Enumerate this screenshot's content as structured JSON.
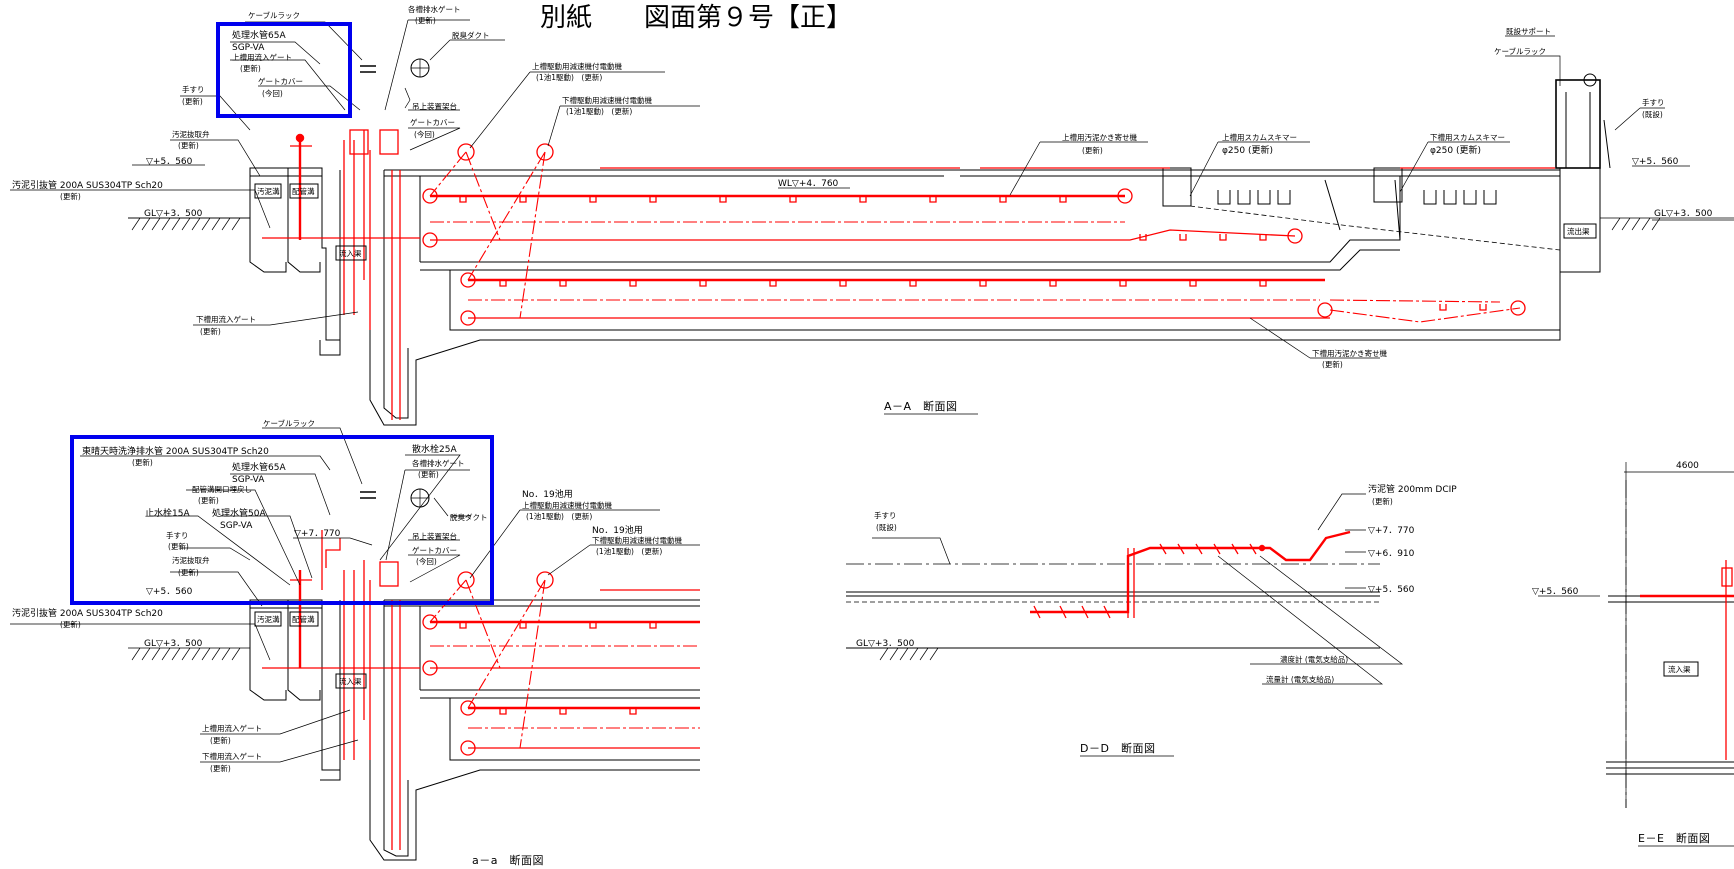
{
  "title": "別紙　　図面第９号【正】",
  "highlight_color": "#0000ee",
  "new_work_color": "#ff0000",
  "aa": {
    "caption": "A－A　断面図",
    "cable_rack": "ケーブルラック",
    "each_drain_gate": "各槽排水ゲート",
    "each_drain_gate_note": "(更新)",
    "deodor_duct": "脱臭ダクト",
    "proc_water_pipe": "処理水管65A",
    "sgp_va": "SGP-VA",
    "upper_inflow_gate": "上槽用流入ゲート",
    "upper_inflow_gate_note": "(更新)",
    "gate_cover": "ゲートカバー",
    "gate_cover_note": "(今回)",
    "handrail": "手すり",
    "handrail_note": "(更新)",
    "sludge_valve": "汚泥抜取弁",
    "sludge_valve_note": "(更新)",
    "level_556": "▽+5．560",
    "sludge_pipe": "汚泥引抜管 200A SUS304TP Sch20",
    "sludge_pipe_note": "(更新)",
    "gl_350": "GL▽+3．500",
    "box_sludge": "汚泥溝",
    "box_pipe": "配管溝",
    "box_inflow": "流入渠",
    "lower_inflow_gate": "下槽用流入ゲート",
    "lower_inflow_gate_note": "(更新)",
    "hoist_stand": "吊上装置架台",
    "gate_cover2": "ゲートカバー",
    "gate_cover2_note": "(今回)",
    "upper_drive": "上槽駆動用減速機付電動機",
    "upper_drive_note": "(1池1駆動)　(更新)",
    "lower_drive": "下槽駆動用減速機付電動機",
    "lower_drive_note": "(1池1駆動)　(更新)",
    "wl": "WL▽+4．760",
    "upper_collector": "上槽用汚泥かき寄せ機",
    "upper_collector_note": "(更新)",
    "upper_skimmer": "上槽用スカムスキマー",
    "upper_skimmer_size": "φ250 (更新)",
    "lower_skimmer": "下槽用スカムスキマー",
    "lower_skimmer_size": "φ250 (更新)",
    "lower_collector": "下槽用汚泥かき寄せ機",
    "lower_collector_note": "(更新)",
    "existing_support": "既設サポート",
    "cable_rack_right": "ケーブルラック",
    "handrail_right": "手すり",
    "handrail_right_note": "(既設)",
    "level_556_right": "▽+5．560",
    "gl_350_right": "GL▽+3．500",
    "outflow": "流出渠"
  },
  "a2": {
    "caption": "a－a　断面図",
    "cable_rack": "ケーブルラック",
    "rain_drain": "東晴天時洗浄排水管 200A SUS304TP Sch20",
    "rain_drain_note": "(更新)",
    "hydrant": "散水栓25A",
    "each_drain_gate": "各槽排水ゲート",
    "each_drain_gate_note": "(更新)",
    "proc_water_65": "処理水管65A",
    "sgp_va_1": "SGP-VA",
    "pipe_trench_restore": "配管溝開口埋戻し",
    "pipe_trench_restore_note": "(更新)",
    "stop_valve": "止水栓15A",
    "proc_water_50": "処理水管50A",
    "sgp_va_2": "SGP-VA",
    "deodor_duct": "脱臭ダクト",
    "level_777": "▽+7．770",
    "hoist_stand": "吊上装置架台",
    "gate_cover": "ゲートカバー",
    "gate_cover_note": "(今回)",
    "handrail": "手すり",
    "handrail_note": "(更新)",
    "sludge_valve": "汚泥抜取弁",
    "sludge_valve_note": "(更新)",
    "level_556": "▽+5．560",
    "sludge_pipe": "汚泥引抜管 200A SUS304TP Sch20",
    "sludge_pipe_note": "(更新)",
    "gl_350": "GL▽+3．500",
    "box_sludge": "汚泥溝",
    "box_pipe": "配管溝",
    "box_inflow": "流入渠",
    "upper_inflow_gate": "上槽用流入ゲート",
    "upper_inflow_gate_note": "(更新)",
    "lower_inflow_gate": "下槽用流入ゲート",
    "lower_inflow_gate_note": "(更新)",
    "no19_a": "No．19池用",
    "upper_drive": "上槽駆動用減速機付電動機",
    "upper_drive_note": "(1池1駆動)　(更新)",
    "no19_b": "No．19池用",
    "lower_drive": "下槽駆動用減速機付電動機",
    "lower_drive_note": "(1池1駆動)　(更新)"
  },
  "dd": {
    "caption": "D－D　断面図",
    "sludge_pipe": "汚泥管 200mm DCIP",
    "sludge_pipe_note": "(更新)",
    "handrail": "手すり",
    "handrail_note": "(既設)",
    "level_777": "▽+7．770",
    "level_691": "▽+6．910",
    "level_556": "▽+5．560",
    "gl_350": "GL▽+3．500",
    "density_meter": "濃度計 (電気支給品)",
    "flow_meter": "流量計 (電気支給品)"
  },
  "ee": {
    "caption": "E－E　断面図",
    "dim_4600": "4600",
    "level_556": "▽+5．560",
    "box_inflow": "流入渠"
  }
}
